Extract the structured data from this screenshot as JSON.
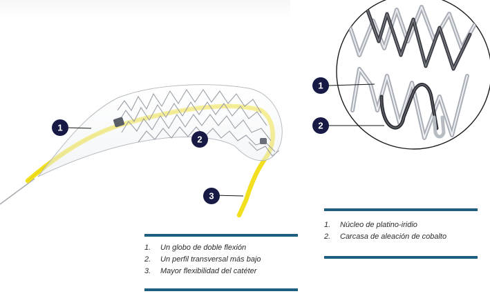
{
  "badges": {
    "left_1": "1",
    "left_2": "2",
    "left_3": "3",
    "right_1": "1",
    "right_2": "2"
  },
  "legend_left": {
    "items": [
      {
        "num": "1.",
        "text": "Un globo de doble flexión"
      },
      {
        "num": "2.",
        "text": "Un perfil transversal más bajo"
      },
      {
        "num": "3.",
        "text": "Mayor flexibilidad del catéter"
      }
    ]
  },
  "legend_right": {
    "items": [
      {
        "num": "1.",
        "text": "Núcleo de platino-iridio"
      },
      {
        "num": "2.",
        "text": "Carcasa de aleación de cobalto"
      }
    ]
  },
  "colors": {
    "badge_fill": "#161a44",
    "rule": "#1e5e80",
    "catheter": "#f2e020",
    "strut": "#9a9ea6"
  }
}
